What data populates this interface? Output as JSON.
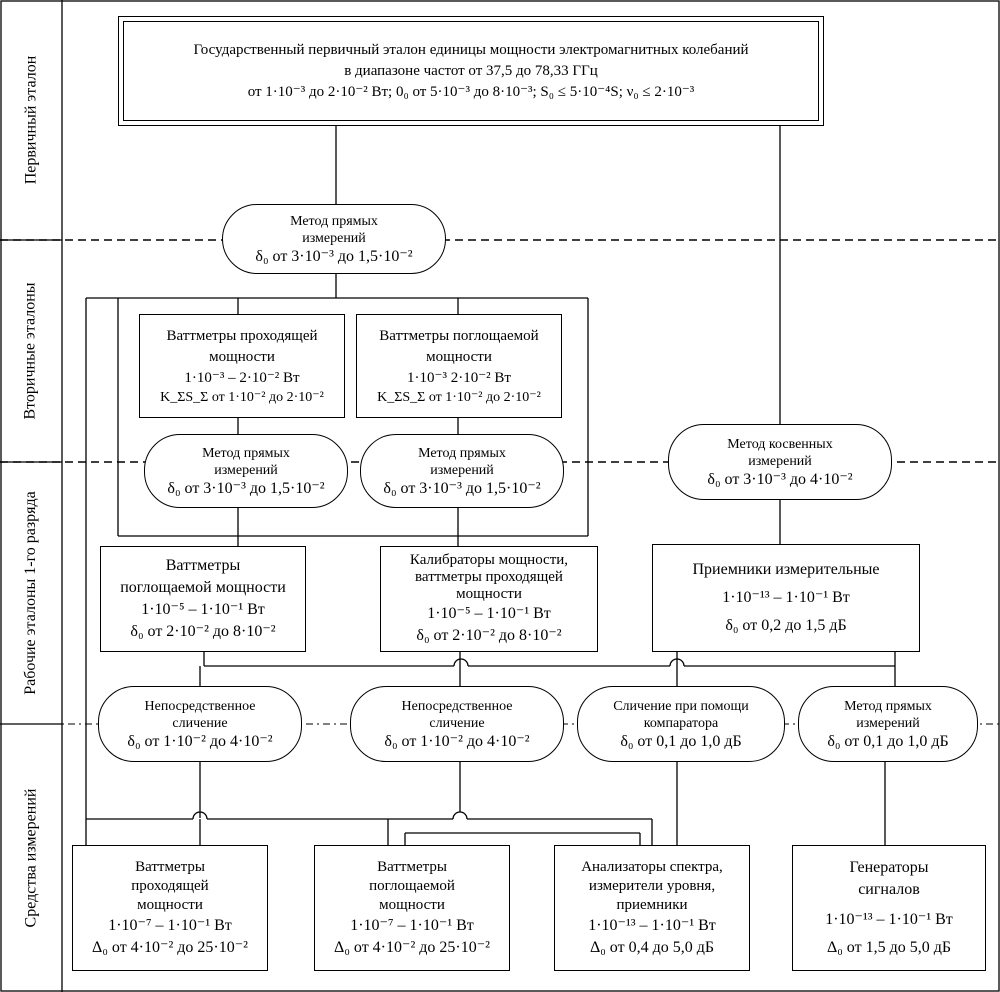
{
  "side_labels": {
    "primary": "Первичный эталон",
    "secondary": "Вторичные эталоны",
    "working": "Рабочие эталоны 1-го разряда",
    "instruments": "Средства измерений"
  },
  "primary_standard": {
    "line1": "Государственный первичный эталон единицы мощности электромагнитных колебаний",
    "line2": "в диапазоне частот от 37,5 до 78,33 ГГц",
    "line3": "от 1·10⁻³ до 2·10⁻² Вт; 0₀ от 5·10⁻³ до 8·10⁻³; S₀ ≤ 5·10⁻⁴S; ν₀ ≤ 2·10⁻³"
  },
  "methods": {
    "direct_top": {
      "line1": "Метод прямых",
      "line2": "измерений",
      "line3": "δ₀ от 3·10⁻³ до 1,5·10⁻²"
    },
    "direct_left": {
      "line1": "Метод прямых",
      "line2": "измерений",
      "line3": "δ₀ от 3·10⁻³ до 1,5·10⁻²"
    },
    "direct_mid": {
      "line1": "Метод прямых",
      "line2": "измерений",
      "line3": "δ₀ от 3·10⁻³ до 1,5·10⁻²"
    },
    "indirect": {
      "line1": "Метод косвенных",
      "line2": "измерений",
      "line3": "δ₀ от 3·10⁻³ до 4·10⁻²"
    },
    "comparison_1": {
      "line1": "Непосредственное",
      "line2": "сличение",
      "line3": "δ₀ от 1·10⁻² до 4·10⁻²"
    },
    "comparison_2": {
      "line1": "Непосредственное",
      "line2": "сличение",
      "line3": "δ₀ от 1·10⁻² до 4·10⁻²"
    },
    "comparator": {
      "line1": "Сличение при помощи",
      "line2": "компаратора",
      "line3": "δ₀ от 0,1 до 1,0 дБ"
    },
    "direct_bottom": {
      "line1": "Метод прямых",
      "line2": "измерений",
      "line3": "δ₀ от 0,1 до 1,0 дБ"
    }
  },
  "secondary": {
    "pass_through": {
      "line1": "Ваттметры проходящей",
      "line2": "мощности",
      "line3": "1·10⁻³ – 2·10⁻² Вт",
      "line4": "K_ΣS_Σ от 1·10⁻² до 2·10⁻²"
    },
    "absorbed": {
      "line1": "Ваттметры поглощаемой",
      "line2": "мощности",
      "line3": "1·10⁻³    2·10⁻² Вт",
      "line4": "K_ΣS_Σ от 1·10⁻² до 2·10⁻²"
    }
  },
  "working": {
    "absorbed": {
      "line1": "Ваттметры",
      "line2": "поглощаемой мощности",
      "line3": "1·10⁻⁵ – 1·10⁻¹ Вт",
      "line4": "δ₀ от 2·10⁻² до 8·10⁻²"
    },
    "calibrators": {
      "line1": "Калибраторы мощности,",
      "line2": "ваттметры проходящей",
      "line3": "мощности",
      "line4": "1·10⁻⁵ – 1·10⁻¹ Вт",
      "line5": "δ₀ от 2·10⁻² до 8·10⁻²"
    },
    "receivers": {
      "line1": "Приемники измерительные",
      "line2": "1·10⁻¹³ – 1·10⁻¹ Вт",
      "line3": "δ₀ от 0,2 до 1,5 дБ"
    }
  },
  "instruments": {
    "pass_through": {
      "line1": "Ваттметры",
      "line2": "проходящей",
      "line3": "мощности",
      "line4": "1·10⁻⁷ – 1·10⁻¹ Вт",
      "line5": "Δ₀ от 4·10⁻² до 25·10⁻²"
    },
    "absorbed": {
      "line1": "Ваттметры",
      "line2": "поглощаемой",
      "line3": "мощности",
      "line4": "1·10⁻⁷ – 1·10⁻¹ Вт",
      "line5": "Δ₀ от 4·10⁻² до 25·10⁻²"
    },
    "analyzers": {
      "line1": "Анализаторы спектра,",
      "line2": "измерители уровня,",
      "line3": "приемники",
      "line4": "1·10⁻¹³ – 1·10⁻¹ Вт",
      "line5": "Δ₀ от 0,4 до 5,0 дБ"
    },
    "generators": {
      "line1": "Генераторы",
      "line2": "сигналов",
      "line3": "1·10⁻¹³ – 1·10⁻¹ Вт",
      "line4": "Δ₀ от 1,5 до 5,0 дБ"
    }
  }
}
